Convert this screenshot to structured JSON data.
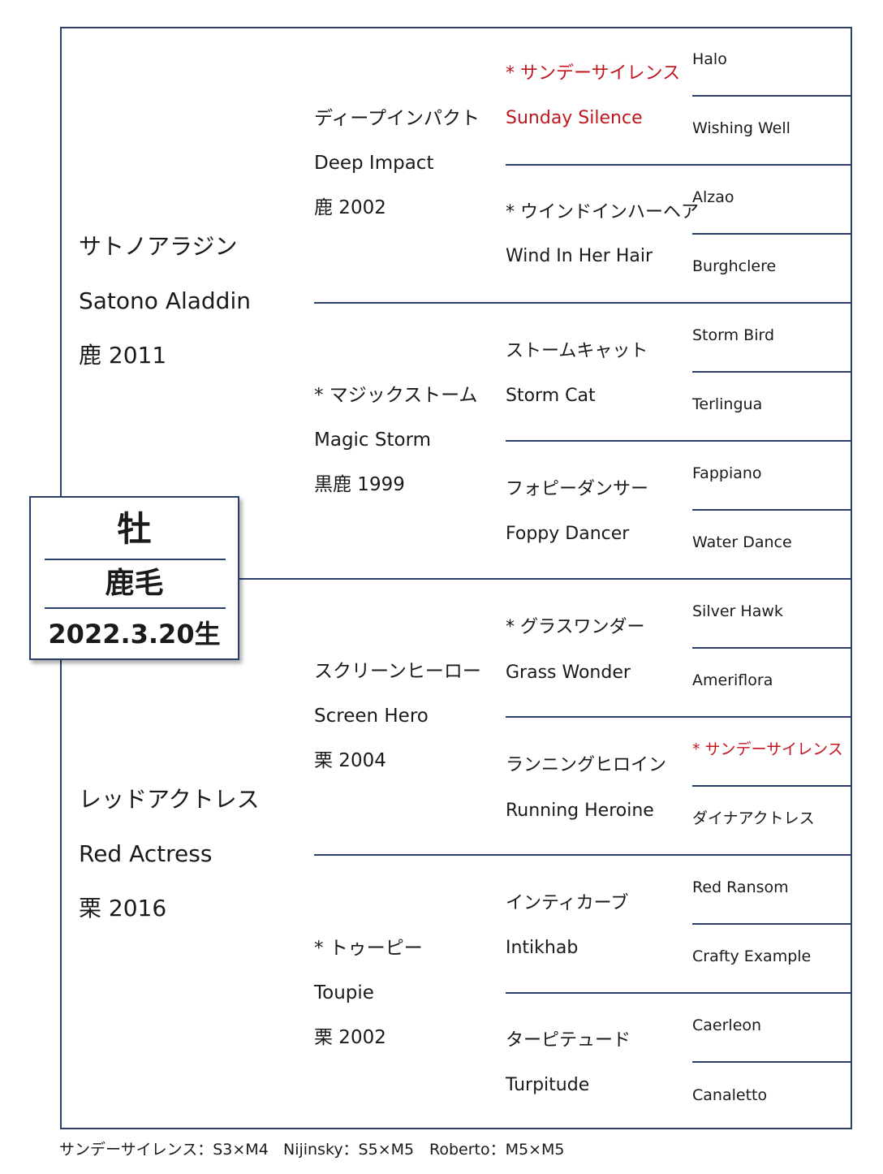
{
  "horse": {
    "sex": "牡",
    "coat": "鹿毛",
    "birth": "2022.3.20生"
  },
  "sire": {
    "jp": "サトノアラジン",
    "en": "Satono Aladdin",
    "info": "鹿 2011"
  },
  "dam": {
    "jp": "レッドアクトレス",
    "en": "Red Actress",
    "info": "栗 2016"
  },
  "gen2": [
    {
      "jp": "ディープインパクト",
      "en": "Deep Impact",
      "info": "鹿 2002"
    },
    {
      "jp": "* マジックストーム",
      "en": "Magic Storm",
      "info": "黒鹿 1999"
    },
    {
      "jp": "スクリーンヒーロー",
      "en": "Screen Hero",
      "info": "栗 2004"
    },
    {
      "jp": "* トゥーピー",
      "en": "Toupie",
      "info": "栗 2002"
    }
  ],
  "gen3": [
    {
      "jp": "* サンデーサイレンス",
      "en": "Sunday Silence",
      "highlight": true
    },
    {
      "jp": "* ウインドインハーヘア",
      "en": "Wind In Her Hair",
      "highlight": false
    },
    {
      "jp": "ストームキャット",
      "en": "Storm Cat",
      "highlight": false
    },
    {
      "jp": "フォピーダンサー",
      "en": "Foppy Dancer",
      "highlight": false
    },
    {
      "jp": "* グラスワンダー",
      "en": "Grass Wonder",
      "highlight": false
    },
    {
      "jp": "ランニングヒロイン",
      "en": "Running Heroine",
      "highlight": false
    },
    {
      "jp": "インティカーブ",
      "en": "Intikhab",
      "highlight": false
    },
    {
      "jp": "ターピテュード",
      "en": "Turpitude",
      "highlight": false
    }
  ],
  "gen4": [
    {
      "name": "Halo",
      "highlight": false
    },
    {
      "name": "Wishing Well",
      "highlight": false
    },
    {
      "name": "Alzao",
      "highlight": false
    },
    {
      "name": "Burghclere",
      "highlight": false
    },
    {
      "name": "Storm Bird",
      "highlight": false
    },
    {
      "name": "Terlingua",
      "highlight": false
    },
    {
      "name": "Fappiano",
      "highlight": false
    },
    {
      "name": "Water Dance",
      "highlight": false
    },
    {
      "name": "Silver Hawk",
      "highlight": false
    },
    {
      "name": "Ameriflora",
      "highlight": false
    },
    {
      "name": "* サンデーサイレンス",
      "highlight": true
    },
    {
      "name": "ダイナアクトレス",
      "highlight": false
    },
    {
      "name": "Red Ransom",
      "highlight": false
    },
    {
      "name": "Crafty Example",
      "highlight": false
    },
    {
      "name": "Caerleon",
      "highlight": false
    },
    {
      "name": "Canaletto",
      "highlight": false
    }
  ],
  "inbreeding": [
    "サンデーサイレンス：S3×M4",
    "Nijinsky：S5×M5",
    "Roberto：M5×M5"
  ],
  "colors": {
    "line": "#2b3f6b",
    "highlight": "#c0161f",
    "text": "#1a1a1a"
  }
}
